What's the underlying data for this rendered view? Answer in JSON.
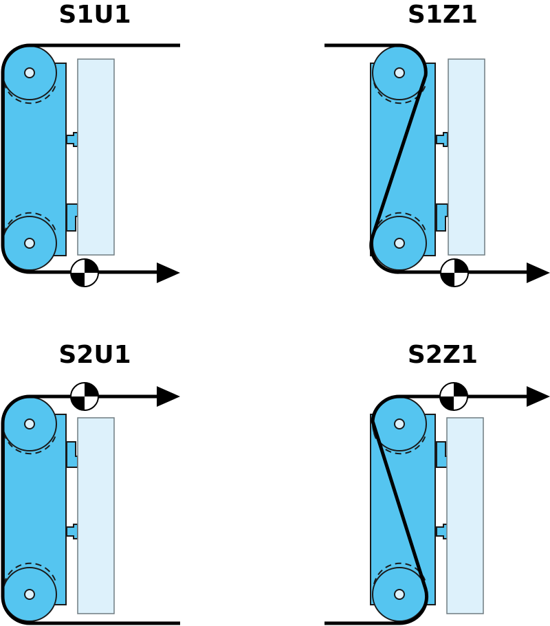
{
  "colors": {
    "carriage": "#55C5F0",
    "workpiece": "#DDF1FB",
    "hub": "#DDF1FB",
    "belt": "#000000",
    "outline": "#1a1a1a",
    "workpiece_stroke": "#6f7b80"
  },
  "panels": [
    {
      "id": "S1U1",
      "title": "S1U1",
      "belt_routing": "U",
      "output_side": "bottom",
      "com_symbol": "center-of-mass-icon",
      "arrow": "direction-arrow-right"
    },
    {
      "id": "S1Z1",
      "title": "S1Z1",
      "belt_routing": "Z",
      "output_side": "bottom",
      "com_symbol": "center-of-mass-icon",
      "arrow": "direction-arrow-right"
    },
    {
      "id": "S2U1",
      "title": "S2U1",
      "belt_routing": "U",
      "output_side": "top",
      "com_symbol": "center-of-mass-icon",
      "arrow": "direction-arrow-right"
    },
    {
      "id": "S2Z1",
      "title": "S2Z1",
      "belt_routing": "Z",
      "output_side": "top",
      "com_symbol": "center-of-mass-icon",
      "arrow": "direction-arrow-right"
    }
  ]
}
